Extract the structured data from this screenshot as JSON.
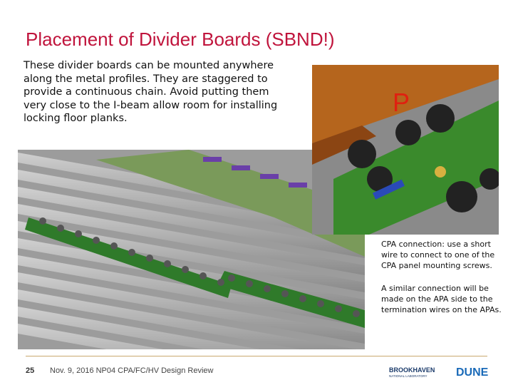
{
  "slide": {
    "title": "Placement of Divider Boards (SBND!)",
    "body": "These divider boards can be mounted anywhere along the metal profiles.  They are staggered to provide a continuous chain.  Avoid putting them very close to the I-beam allow room for installing locking floor planks.",
    "notes": [
      "CPA connection: use a short wire to connect to one of the CPA panel mounting screws.",
      "A similar connection will be made on the APA side to the termination wires on the APAs."
    ],
    "inset_annotation": "P"
  },
  "footer": {
    "page_number": "25",
    "text": "Nov. 9, 2016   NP04 CPA/FC/HV Design Review",
    "logo_left": "BROOKHAVEN",
    "logo_left_sub": "NATIONAL LABORATORY",
    "logo_right": "DUNE"
  },
  "colors": {
    "title": "#c0143c",
    "profile": "#a9a9a9",
    "board": "#2f7a2a",
    "ibeam": "#7a9a5a",
    "cap": "#6a6a6a",
    "footer_line": "#c9a96e"
  }
}
